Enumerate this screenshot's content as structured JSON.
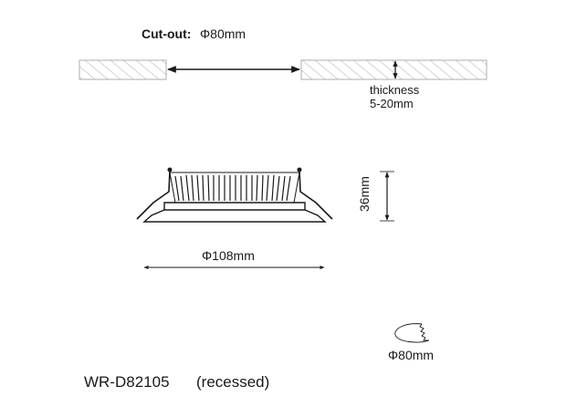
{
  "cutout": {
    "label": "Cut-out:",
    "value": "Φ80mm"
  },
  "thickness": {
    "line1": "thickness",
    "line2": "5-20mm"
  },
  "height": "36mm",
  "diameter": "Φ108mm",
  "saw_size": "Φ80mm",
  "model": "WR-D82105",
  "model_note": "(recessed)"
}
